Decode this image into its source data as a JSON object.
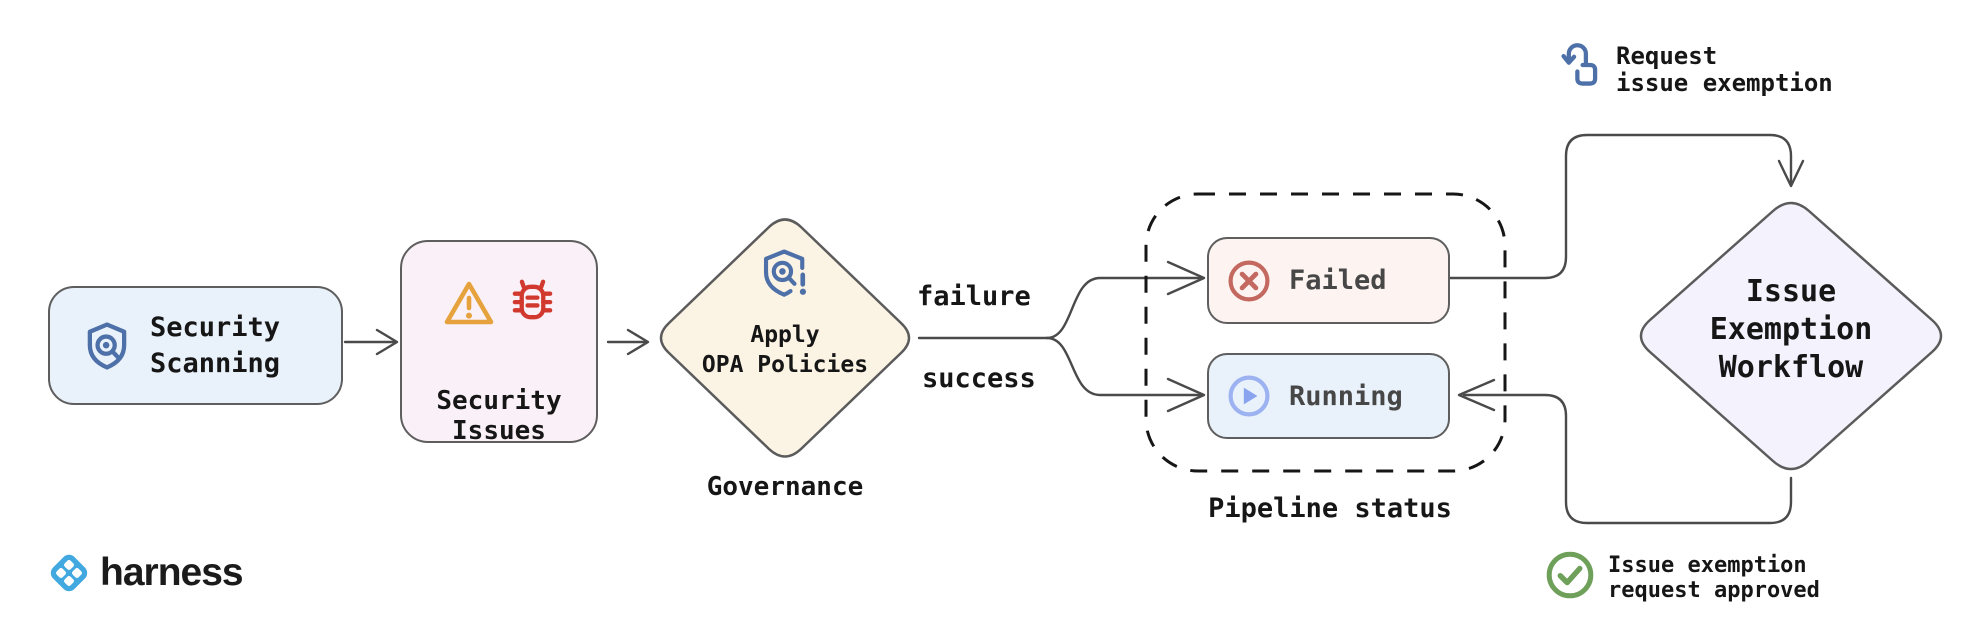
{
  "nodes": {
    "security_scanning": {
      "line1": "Security",
      "line2": "Scanning"
    },
    "security_issues": {
      "line1": "Security",
      "line2": "Issues"
    },
    "apply_opa": {
      "line1": "Apply",
      "line2": "OPA Policies",
      "caption": "Governance"
    },
    "failed": {
      "label": "Failed"
    },
    "running": {
      "label": "Running"
    },
    "pipeline_status": {
      "caption": "Pipeline status"
    },
    "issue_exemption": {
      "line1": "Issue",
      "line2": "Exemption",
      "line3": "Workflow"
    }
  },
  "edges": {
    "failure_label": "failure",
    "success_label": "success"
  },
  "annotations": {
    "request": {
      "line1": "Request",
      "line2": "issue exemption"
    },
    "approved": {
      "line1": "Issue exemption",
      "line2": "request approved"
    }
  },
  "branding": {
    "wordmark": "harness"
  },
  "icons": {
    "shield_search": "blue shield with magnifying glass",
    "warning_triangle": "orange warning triangle with exclamation",
    "bug": "red bug",
    "shield_policy_alert": "blue shield with magnifying glass and exclamation mark",
    "circle_x": "red circle with X",
    "circle_play": "blue circle with play triangle",
    "hand_tap": "blue tap-request gesture",
    "circle_check": "green circle with checkmark",
    "harness_logo": "blue rounded diamond with four white diamonds"
  },
  "colors": {
    "scanning_box_bg": "#e9f1fa",
    "issues_box_bg": "#faf0f7",
    "governance_diamond_bg": "#fbf3e4",
    "failed_box_bg": "#fdf4f1",
    "running_box_bg": "#e9f2fb",
    "exemption_diamond_bg": "#f4f2fd",
    "icon_blue": "#4d70a8",
    "icon_orange": "#e6a23c",
    "icon_red": "#d2392e",
    "icon_failed_red": "#c4695f",
    "icon_running_blue": "#8aa3ee",
    "icon_green": "#6fa05a",
    "harness_blue": "#41a8e0",
    "line_color": "#4a4a4a",
    "border_color": "#5e5e5e",
    "text_color": "#161616"
  }
}
